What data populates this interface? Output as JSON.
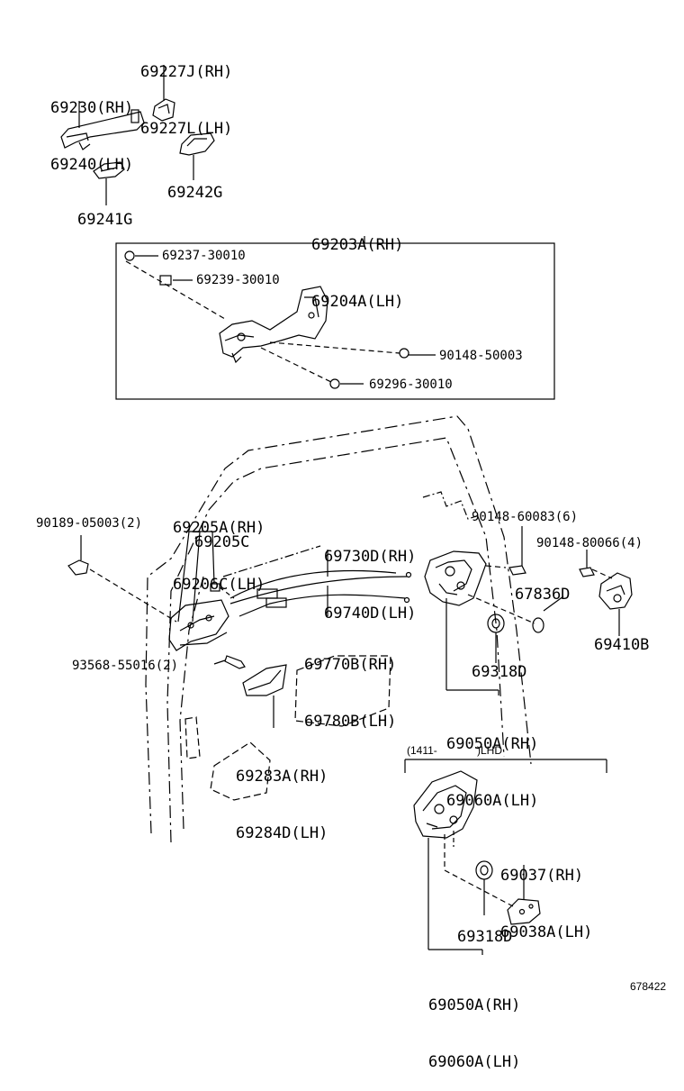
{
  "parts": {
    "p69227": [
      "69227J(RH)",
      "69227L(LH)"
    ],
    "p69230": [
      "69230(RH)",
      "69240(LH)"
    ],
    "p69242": "69242G",
    "p69241": "69241G",
    "p69203": [
      "69203A(RH)",
      "69204A(LH)"
    ],
    "p69237": "69237-30010",
    "p69239": "69239-30010",
    "p90148_50003": "90148-50003",
    "p69296": "69296-30010",
    "p69205a": [
      "69205A(RH)",
      "69206C(LH)"
    ],
    "p90189": "90189-05003(2)",
    "p69205c": "69205C",
    "p69730": [
      "69730D(RH)",
      "69740D(LH)"
    ],
    "p90148_60083": "90148-60083(6)",
    "p90148_80066": "90148-80066(4)",
    "p67836": "67836D",
    "p69410": "69410B",
    "p69770": [
      "69770B(RH)",
      "69780B(LH)"
    ],
    "p93568": "93568-55016(2)",
    "p69318_top": "69318D",
    "p69050_top": [
      "69050A(RH)",
      "69060A(LH)"
    ],
    "p69283": [
      "69283A(RH)",
      "69284D(LH)"
    ],
    "variant": [
      "(1411-",
      ")LHD"
    ],
    "p69037": [
      "69037(RH)",
      "69038A(LH)"
    ],
    "p69318_bot": "69318D",
    "p69050_bot": [
      "69050A(RH)",
      "69060A(LH)"
    ],
    "ref_code": "678422"
  }
}
